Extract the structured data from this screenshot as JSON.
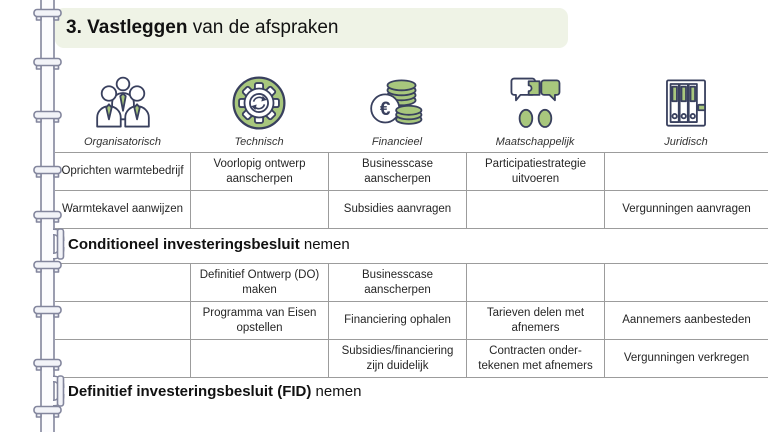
{
  "colors": {
    "accent_green": "#a8c77d",
    "title_bg": "#eff3e6",
    "outline_navy": "#39405e",
    "border_gray": "#9c9c9c",
    "pipe_gray": "#83869d",
    "text_dark": "#262626"
  },
  "title": {
    "bold": "3. Vastleggen",
    "rest": " van de afspraken"
  },
  "categories": [
    {
      "label": "Organisatorisch",
      "icon": "team-icon"
    },
    {
      "label": "Technisch",
      "icon": "gear-cycle-icon"
    },
    {
      "label": "Financieel",
      "icon": "euro-coins-icon"
    },
    {
      "label": "Maatschappelijk",
      "icon": "speech-puzzle-icon"
    },
    {
      "label": "Juridisch",
      "icon": "binders-icon"
    }
  ],
  "table1": {
    "rows": [
      [
        "Oprichten warmtebedrijf",
        "Voorlopig ontwerp aanscherpen",
        "Businesscase aanscherpen",
        "Participatiestrategie uitvoeren",
        ""
      ],
      [
        "Warmtekavel aanwijzen",
        "",
        "Subsidies aanvragen",
        "",
        "Vergunningen aanvragen"
      ]
    ]
  },
  "milestones": [
    {
      "bold": "Conditioneel investeringsbesluit",
      "rest": " nemen"
    },
    {
      "bold": "Definitief investeringsbesluit (FID)",
      "rest": " nemen"
    }
  ],
  "table2": {
    "rows": [
      [
        "",
        "Definitief Ontwerp (DO) maken",
        "Businesscase aanscherpen",
        "",
        ""
      ],
      [
        "",
        "Programma van Eisen opstellen",
        "Financiering ophalen",
        "Tarieven delen met afnemers",
        "Aannemers aanbesteden"
      ],
      [
        "",
        "",
        "Subsidies/financiering zijn duidelijk",
        "Contracten onder-tekenen met afnemers",
        "Vergunningen verkregen"
      ]
    ]
  }
}
